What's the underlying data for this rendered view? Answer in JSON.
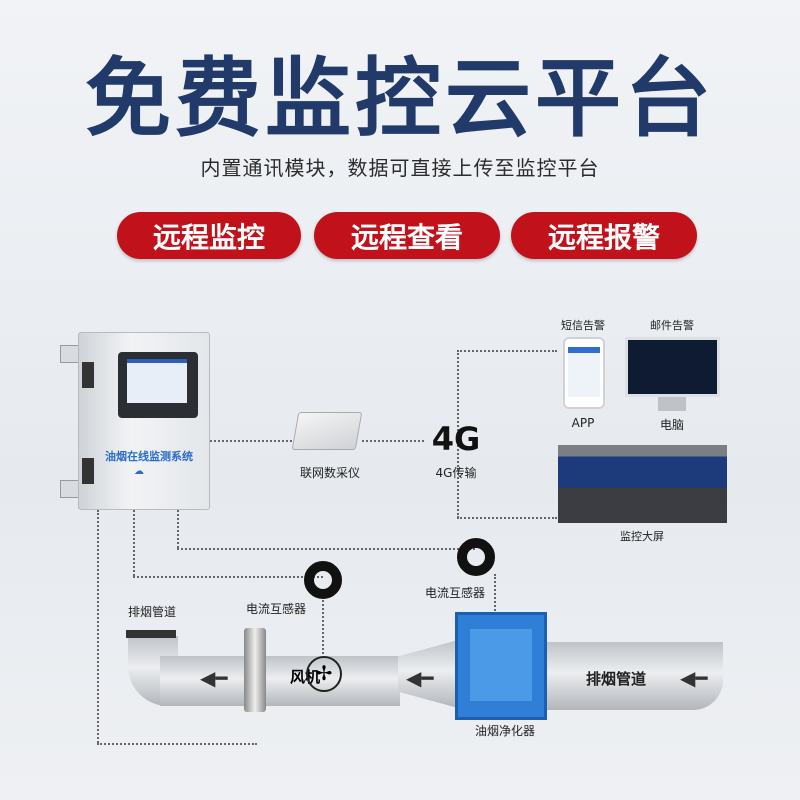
{
  "header": {
    "title": "免费监控云平台",
    "subtitle": "内置通讯模块，数据可直接上传至监控平台"
  },
  "features": [
    "远程监控",
    "远程查看",
    "远程报警"
  ],
  "cabinet": {
    "label": "油烟在线监测系统"
  },
  "collector": {
    "label": "联网数采仪"
  },
  "transmission": {
    "big": "4G",
    "label": "4G传输"
  },
  "outputs": {
    "sms": "短信告警",
    "email": "邮件告警",
    "app": "APP",
    "pc": "电脑",
    "screen": "监控大屏"
  },
  "system": {
    "sensor1": "电流互感器",
    "sensor2": "电流互感器",
    "duct_left": "排烟管道",
    "duct_right": "排烟管道",
    "fan": "风机",
    "purifier": "油烟净化器"
  },
  "colors": {
    "title": "#213a6a",
    "pill": "#c1121c",
    "purifier": "#2f7fd6"
  }
}
